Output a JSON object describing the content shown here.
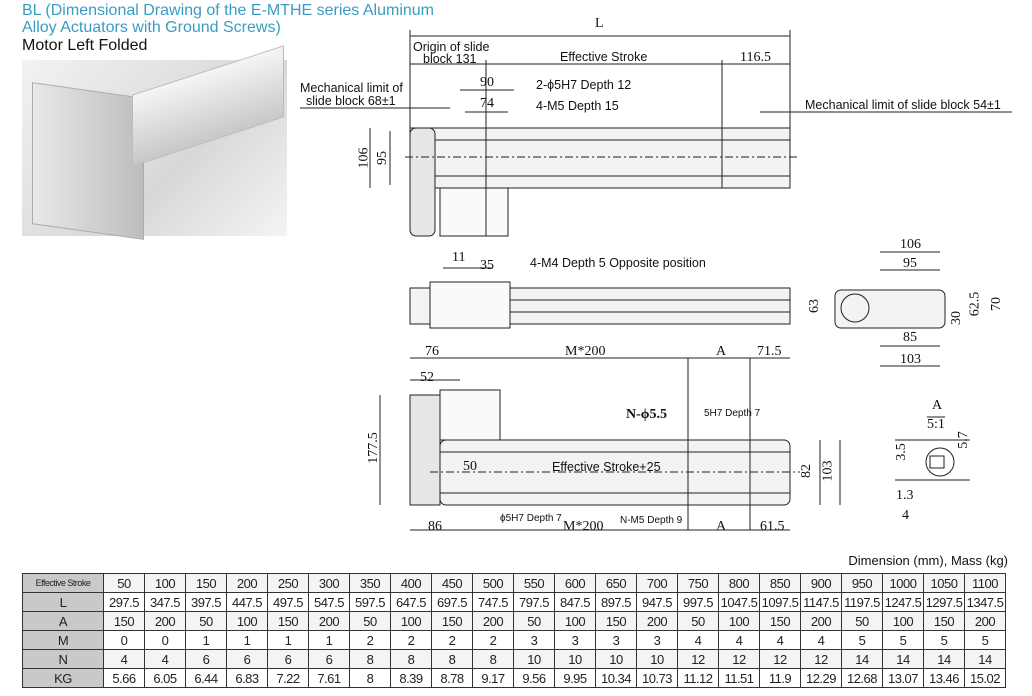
{
  "header": {
    "title_line1": "BL (Dimensional Drawing of the E-MTHE series Aluminum",
    "title_line2": "Alloy Actuators with Ground Screws)",
    "subtitle": "Motor Left Folded"
  },
  "top_view": {
    "L": "L",
    "origin": "Origin of slide",
    "origin2": "block 131",
    "effective_stroke": "Effective Stroke",
    "d116": "116.5",
    "mech_limit_left": "Mechanical limit of",
    "mech_limit_left2": "slide block 68±1",
    "mech_limit_right": "Mechanical limit of slide block 54±1",
    "d90": "90",
    "d74": "74",
    "hole1": "2-ϕ5H7 Depth 12",
    "hole2": "4-M5 Depth 15",
    "d106": "106",
    "d95": "95"
  },
  "side_view": {
    "d11": "11",
    "d35": "35",
    "note": "4-M4 Depth 5 Opposite position"
  },
  "end_view": {
    "d106": "106",
    "d95": "95",
    "d63": "63",
    "d30": "30",
    "d62_5": "62.5",
    "d70": "70",
    "d85": "85",
    "d103": "103"
  },
  "bottom_view": {
    "d76": "76",
    "m200": "M*200",
    "A": "A",
    "d71_5": "71.5",
    "d52": "52",
    "n_hole": "N-ϕ5.5",
    "h7": "5H7 Depth 7",
    "d177_5": "177.5",
    "d50": "50",
    "eff25": "Effective Stroke+25",
    "d82": "82",
    "d103": "103",
    "d86": "86",
    "phi5h7": "ϕ5H7 Depth 7",
    "m200b": "M*200",
    "nm5": "N-M5 Depth 9",
    "A2": "A",
    "d61_5": "61.5"
  },
  "detail": {
    "A": "A",
    "scale": "5:1",
    "d3_5": "3.5",
    "d5_7": "5.7",
    "d1_3": "1.3",
    "d4": "4"
  },
  "table": {
    "caption": "Dimension (mm), Mass (kg)",
    "rows": [
      {
        "label": "Effective Stroke",
        "values": [
          "50",
          "100",
          "150",
          "200",
          "250",
          "300",
          "350",
          "400",
          "450",
          "500",
          "550",
          "600",
          "650",
          "700",
          "750",
          "800",
          "850",
          "900",
          "950",
          "1000",
          "1050",
          "1100"
        ]
      },
      {
        "label": "L",
        "values": [
          "297.5",
          "347.5",
          "397.5",
          "447.5",
          "497.5",
          "547.5",
          "597.5",
          "647.5",
          "697.5",
          "747.5",
          "797.5",
          "847.5",
          "897.5",
          "947.5",
          "997.5",
          "1047.5",
          "1097.5",
          "1147.5",
          "1197.5",
          "1247.5",
          "1297.5",
          "1347.5"
        ]
      },
      {
        "label": "A",
        "values": [
          "150",
          "200",
          "50",
          "100",
          "150",
          "200",
          "50",
          "100",
          "150",
          "200",
          "50",
          "100",
          "150",
          "200",
          "50",
          "100",
          "150",
          "200",
          "50",
          "100",
          "150",
          "200"
        ]
      },
      {
        "label": "M",
        "values": [
          "0",
          "0",
          "1",
          "1",
          "1",
          "1",
          "2",
          "2",
          "2",
          "2",
          "3",
          "3",
          "3",
          "3",
          "4",
          "4",
          "4",
          "4",
          "5",
          "5",
          "5",
          "5"
        ]
      },
      {
        "label": "N",
        "values": [
          "4",
          "4",
          "6",
          "6",
          "6",
          "6",
          "8",
          "8",
          "8",
          "8",
          "10",
          "10",
          "10",
          "10",
          "12",
          "12",
          "12",
          "12",
          "14",
          "14",
          "14",
          "14"
        ]
      },
      {
        "label": "KG",
        "values": [
          "5.66",
          "6.05",
          "6.44",
          "6.83",
          "7.22",
          "7.61",
          "8",
          "8.39",
          "8.78",
          "9.17",
          "9.56",
          "9.95",
          "10.34",
          "10.73",
          "11.12",
          "11.51",
          "11.9",
          "12.29",
          "12.68",
          "13.07",
          "13.46",
          "15.02"
        ]
      }
    ]
  }
}
